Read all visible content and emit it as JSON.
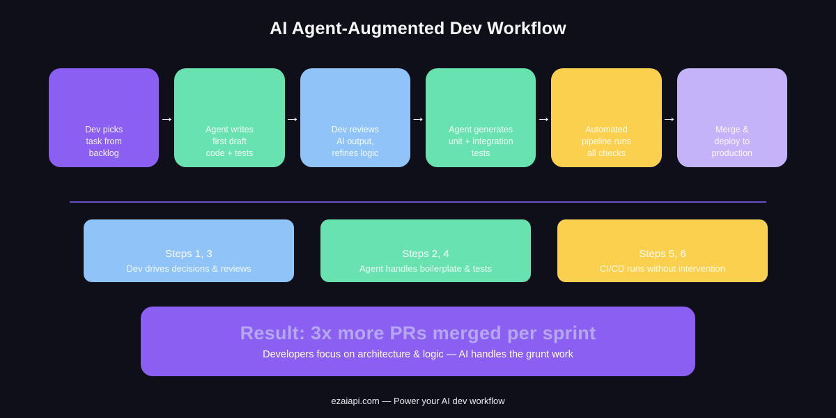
{
  "title": "AI Agent-Augmented Dev Workflow",
  "colors": {
    "background": "#0e0f18",
    "purple": "#8a5ff2",
    "green": "#68e3b0",
    "blue": "#90c4f9",
    "yellow": "#fbd04e",
    "lavender": "#c4b3f9",
    "divider": "#6c50c8",
    "result_heading": "#b7a6f3"
  },
  "icons": {
    "arrow_right": "→"
  },
  "flow_steps": [
    {
      "label": "Dev picks\ntask from\nbacklog",
      "color": "purple"
    },
    {
      "label": "Agent writes\nfirst draft\ncode + tests",
      "color": "green"
    },
    {
      "label": "Dev reviews\nAI output,\nrefines logic",
      "color": "blue"
    },
    {
      "label": "Agent generates\nunit + integration\ntests",
      "color": "green"
    },
    {
      "label": "Automated\npipeline runs\nall checks",
      "color": "yellow"
    },
    {
      "label": "Merge &\ndeploy to\nproduction",
      "color": "lavender"
    }
  ],
  "summary_cards": [
    {
      "title": "Steps 1, 3",
      "subtitle": "Dev drives decisions & reviews",
      "color": "blue"
    },
    {
      "title": "Steps 2, 4",
      "subtitle": "Agent handles boilerplate & tests",
      "color": "green"
    },
    {
      "title": "Steps 5, 6",
      "subtitle": "CI/CD runs without intervention",
      "color": "yellow"
    }
  ],
  "result": {
    "heading": "Result: 3x more PRs merged per sprint",
    "subtitle": "Developers focus on architecture & logic — AI handles the grunt work"
  },
  "footer": "ezaiapi.com — Power your AI dev workflow"
}
